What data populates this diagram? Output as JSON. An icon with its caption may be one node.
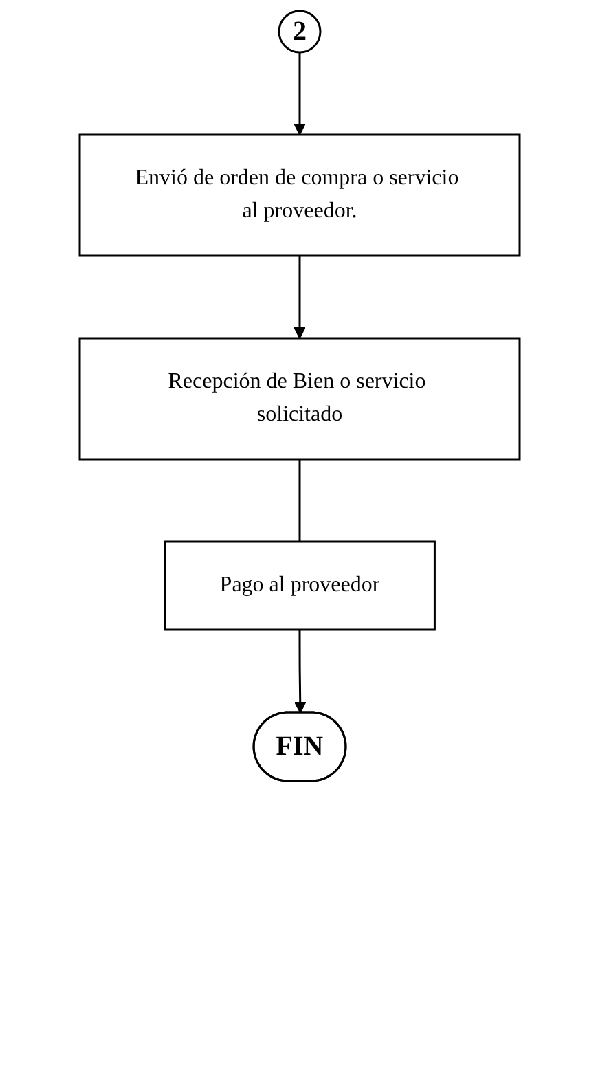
{
  "diagram": {
    "nodes": [
      {
        "text": [
          "2"
        ]
      },
      {
        "text": [
          "Envió de orden de compra o servicio al proveedor."
        ]
      },
      {
        "text": [
          "Recepción de Bien o servicio solicitado"
        ]
      },
      {
        "text": [
          "Pago al proveedor"
        ]
      },
      {
        "text": [
          "FIN"
        ]
      }
    ],
    "edges": [
      {
        "from": 0,
        "to": 1,
        "arrow": "to"
      },
      {
        "from": 1,
        "to": 2,
        "arrow": "to"
      },
      {
        "from": 2,
        "to": 3,
        "arrow": "none"
      },
      {
        "from": 3,
        "to": 4,
        "arrow": "to"
      }
    ]
  }
}
